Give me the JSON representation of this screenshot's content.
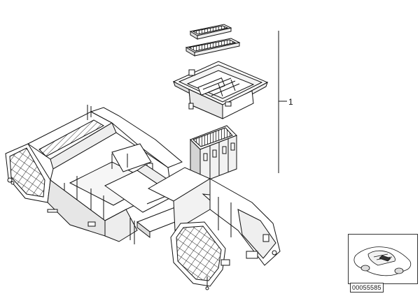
{
  "callout": {
    "part_number": "1"
  },
  "inset": {
    "diagram_number": "00055585",
    "icon": "car-silhouette-icon"
  },
  "parts": [
    {
      "name": "ashtray-insert-strip",
      "icon": "ribbed-insert-icon"
    },
    {
      "name": "ashtray-insert-tray",
      "icon": "ribbed-insert-icon"
    },
    {
      "name": "storage-tray",
      "icon": "tray-icon"
    },
    {
      "name": "coin-holder-box",
      "icon": "box-icon"
    },
    {
      "name": "center-console-frame",
      "icon": "frame-icon"
    }
  ]
}
